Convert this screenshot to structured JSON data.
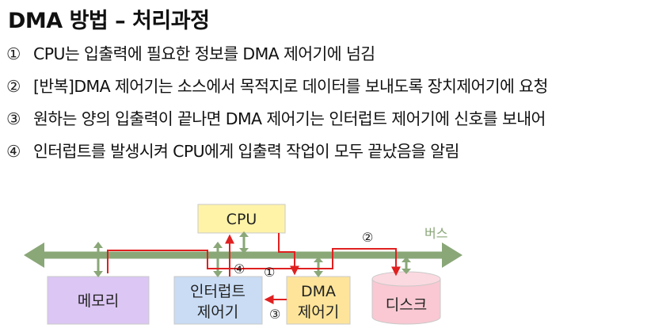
{
  "title": "DMA 방법 – 처리과정",
  "steps": [
    {
      "num": "①",
      "text": "CPU는 입출력에 필요한 정보를 DMA 제어기에 넘김"
    },
    {
      "num": "②",
      "text": "[반복]DMA 제어기는 소스에서 목적지로 데이터를 보내도록 장치제어기에 요청"
    },
    {
      "num": "③",
      "text": "원하는 양의 입출력이 끝나면 DMA 제어기는 인터럽트 제어기에 신호를 보내어"
    },
    {
      "num": "④",
      "text": "인터럽트를 발생시켜 CPU에게 입출력 작업이 모두 끝났음을 알림"
    }
  ],
  "diagram": {
    "cpu": "CPU",
    "bus": "버스",
    "memory": "메모리",
    "interrupt_line1": "인터럽트",
    "interrupt_line2": "제어기",
    "dma_line1": "DMA",
    "dma_line2": "제어기",
    "disk": "디스크",
    "markers": {
      "m1": "①",
      "m2": "②",
      "m3": "③",
      "m4": "④"
    }
  },
  "colors": {
    "bus": "#8aa778",
    "red_line": "#e02020",
    "cpu_fill": "#fff3a8",
    "memory_fill": "#dcc6f4",
    "interrupt_fill": "#c9dcf4",
    "dma_fill": "#fde49a",
    "disk_fill": "#f9c8d2"
  }
}
